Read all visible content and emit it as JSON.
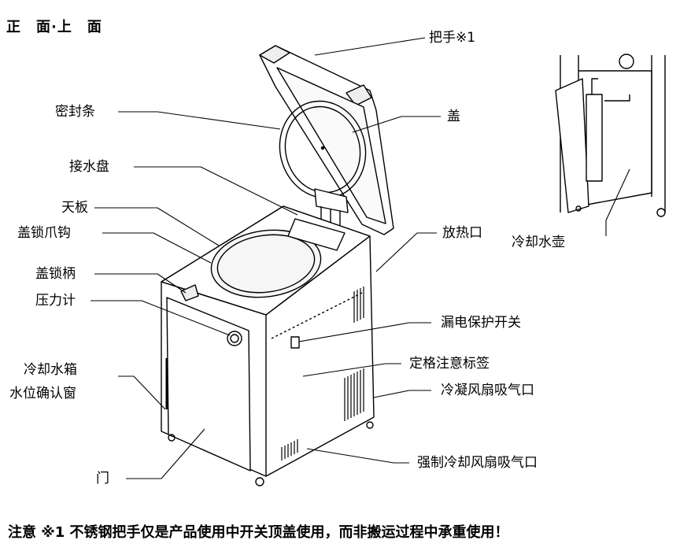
{
  "title": "正　面·上　面",
  "labels": {
    "handle": "把手※1",
    "seal": "密封条",
    "lid": "盖",
    "drip_tray": "接水盘",
    "top_panel": "天板",
    "lid_lock_claw": "盖锁爪钩",
    "lid_lock_handle": "盖锁柄",
    "pressure_gauge": "压力计",
    "heat_vent": "放热口",
    "cooling_tank": "冷却水壶",
    "leakage_switch": "漏电保护开关",
    "rating_label": "定格注意标签",
    "condenser_fan_intake": "冷凝风扇吸气口",
    "water_level_window_1": "冷却水箱",
    "water_level_window_2": "水位确认窗",
    "forced_fan_intake": "强制冷却风扇吸气口",
    "door": "门"
  },
  "note": "注意 ※1 不锈钢把手仅是产品使用中开关顶盖使用，而非搬运过程中承重使用！"
}
